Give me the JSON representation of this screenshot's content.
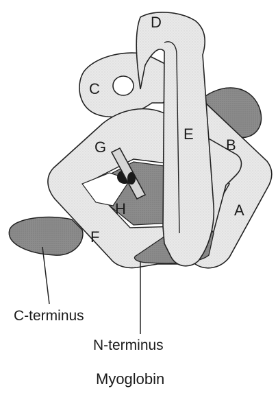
{
  "diagram": {
    "helix_labels": {
      "A": "A",
      "B": "B",
      "C": "C",
      "D": "D",
      "E": "E",
      "F": "F",
      "G": "G",
      "H": "H"
    },
    "c_terminus_label": "C-terminus",
    "n_terminus_label": "N-terminus",
    "title": "Myoglobin",
    "colors": {
      "helix_fill": "#e9e9e9",
      "shadow_fill": "#8c8c8c",
      "outline": "#222222",
      "heme": "#1a1a1a"
    }
  }
}
